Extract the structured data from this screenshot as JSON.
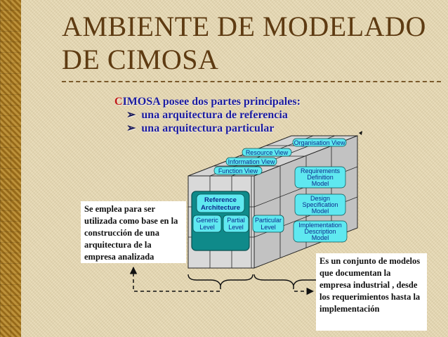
{
  "title_line1": "AMBIENTE DE MODELADO",
  "title_line2": "DE CIMOSA",
  "subtitle_first": "C",
  "subtitle_rest": "IMOSA posee dos partes principales:",
  "bullet_mark": "➢",
  "bullets": [
    "una arquitectura de referencia",
    "una arquitectura particular"
  ],
  "views": {
    "organisation": "Organisation View",
    "resource": "Resource View",
    "information": "Information View",
    "function": "Function View"
  },
  "reference_architecture": [
    "Reference",
    "Architecture"
  ],
  "levels": {
    "generic": [
      "Generic",
      "Level"
    ],
    "partial": [
      "Partial",
      "Level"
    ],
    "particular": [
      "Particular",
      "Level"
    ]
  },
  "models": {
    "requirements": [
      "Requirements",
      "Definition",
      "Model"
    ],
    "design": [
      "Design",
      "Specification",
      "Model"
    ],
    "implementation": [
      "Implementation",
      "Description",
      "Model"
    ]
  },
  "note_left": "Se emplea para ser utilizada como base en la construcción de una arquitectura de la empresa analizada",
  "note_right": "Es un conjunto de modelos que documentan la empresa industrial , desde los requerimientos hasta la implementación",
  "colors": {
    "title": "#5e3b12",
    "subtitle": "#1c1ca0",
    "subtitle_first": "#c01818",
    "teal": "#0f8a8a",
    "cyan_label": "#5fe8f0",
    "cube_face": "#cfcfcf",
    "cube_line": "#222222"
  }
}
